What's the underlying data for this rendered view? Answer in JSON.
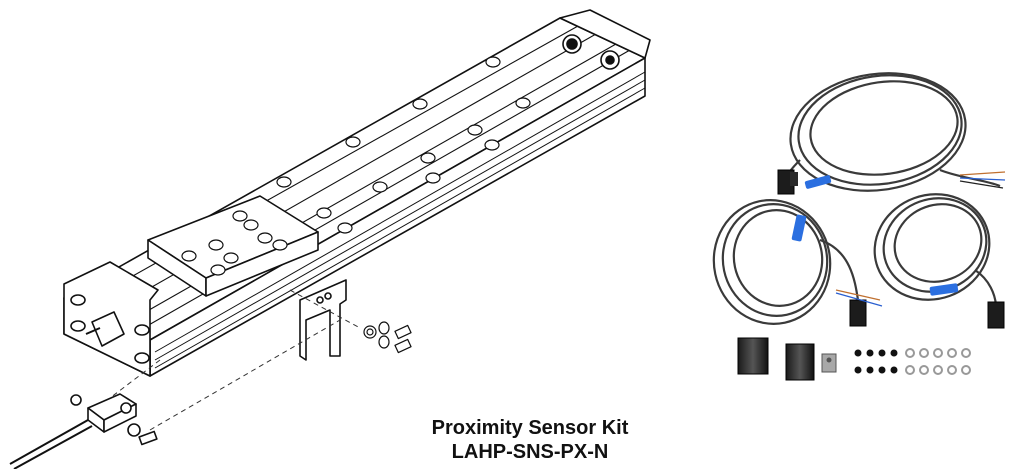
{
  "caption": {
    "title": "Proximity Sensor Kit",
    "part_number": "LAHP-SNS-PX-N"
  },
  "illustration": {
    "left": "actuator-exploded-line-drawing",
    "right": "sensor-kit-photo"
  }
}
